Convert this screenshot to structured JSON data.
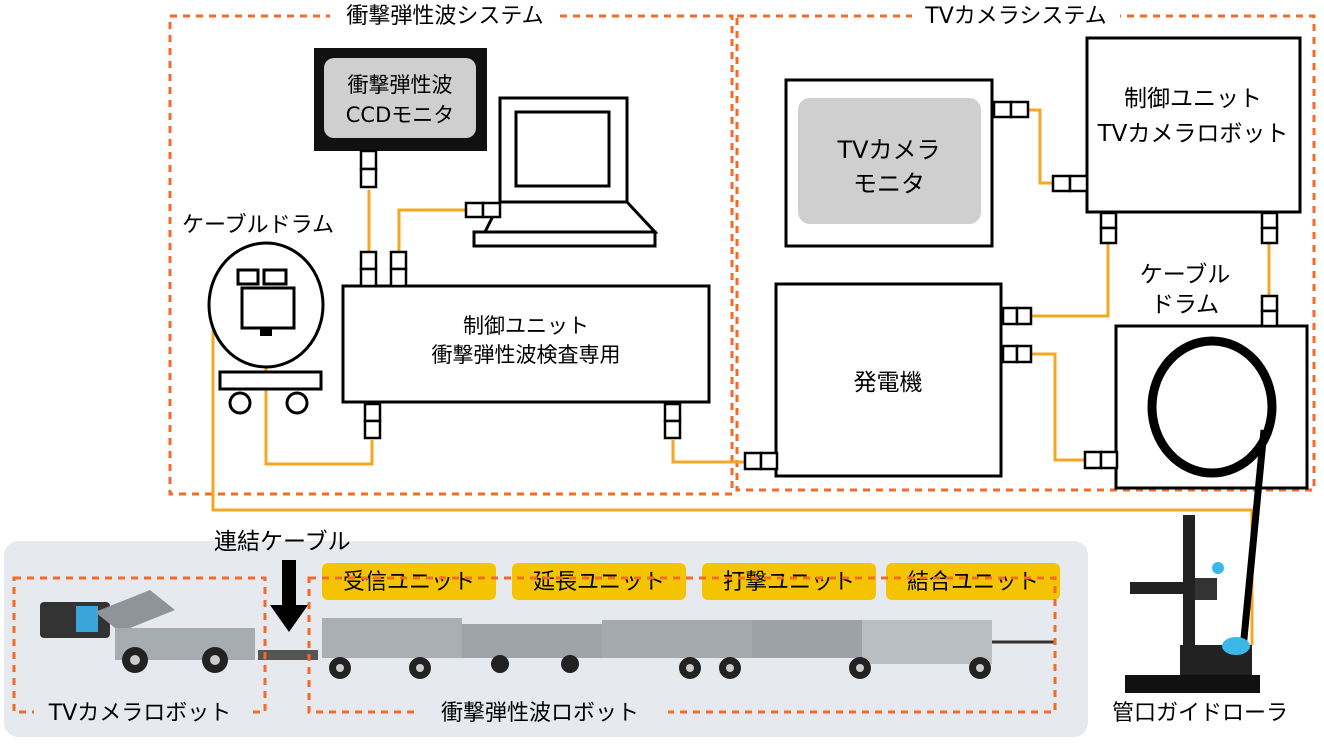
{
  "systems": {
    "impact": "衝撃弾性波システム",
    "tv": "TVカメラシステム"
  },
  "devices": {
    "ccd_monitor": [
      "衝撃弾性波",
      "CCDモニタ"
    ],
    "cable_drum_left": "ケーブルドラム",
    "control_impact": [
      "制御ユニット",
      "衝撃弾性波検査専用"
    ],
    "tv_monitor": [
      "TVカメラ",
      "モニタ"
    ],
    "control_tv": [
      "制御ユニット",
      "TVカメラロボット"
    ],
    "cable_drum_right": [
      "ケーブル",
      "ドラム"
    ],
    "generator": "発電機",
    "pipe_guide": "管口ガイドローラ"
  },
  "robot": {
    "link_cable": "連結ケーブル",
    "units": [
      "受信ユニット",
      "延長ユニット",
      "打撃ユニット",
      "結合ユニット"
    ],
    "tv_robot": "TVカメラロボット",
    "impact_robot": "衝撃弾性波ロボット"
  },
  "colors": {
    "cable": "#F5A623",
    "dashed_border": "#F26B2A",
    "unit_label_bg": "#F5C400",
    "photo_bg": "#E6EAEE",
    "screen_gray": "#CFCFCF"
  }
}
